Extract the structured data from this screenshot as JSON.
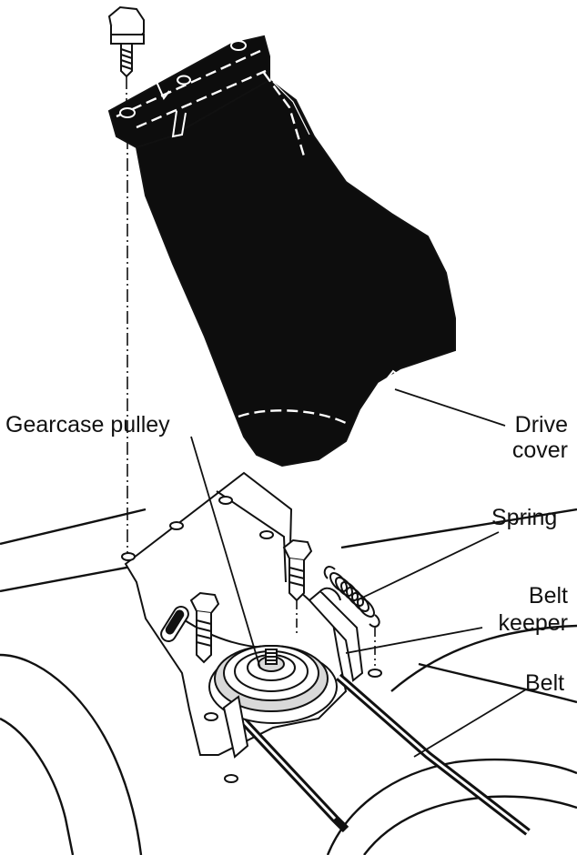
{
  "labels": {
    "gearcase_pulley": "Gearcase pulley",
    "drive_cover_line1": "Drive",
    "drive_cover_line2": "cover",
    "spring": "Spring",
    "belt_keeper_line1": "Belt",
    "belt_keeper_line2": "keeper",
    "belt": "Belt"
  },
  "colors": {
    "ink": "#111111",
    "paper": "#ffffff",
    "cover_fill": "#0d0d0d",
    "pulley_fill": "#d9d9d9"
  }
}
